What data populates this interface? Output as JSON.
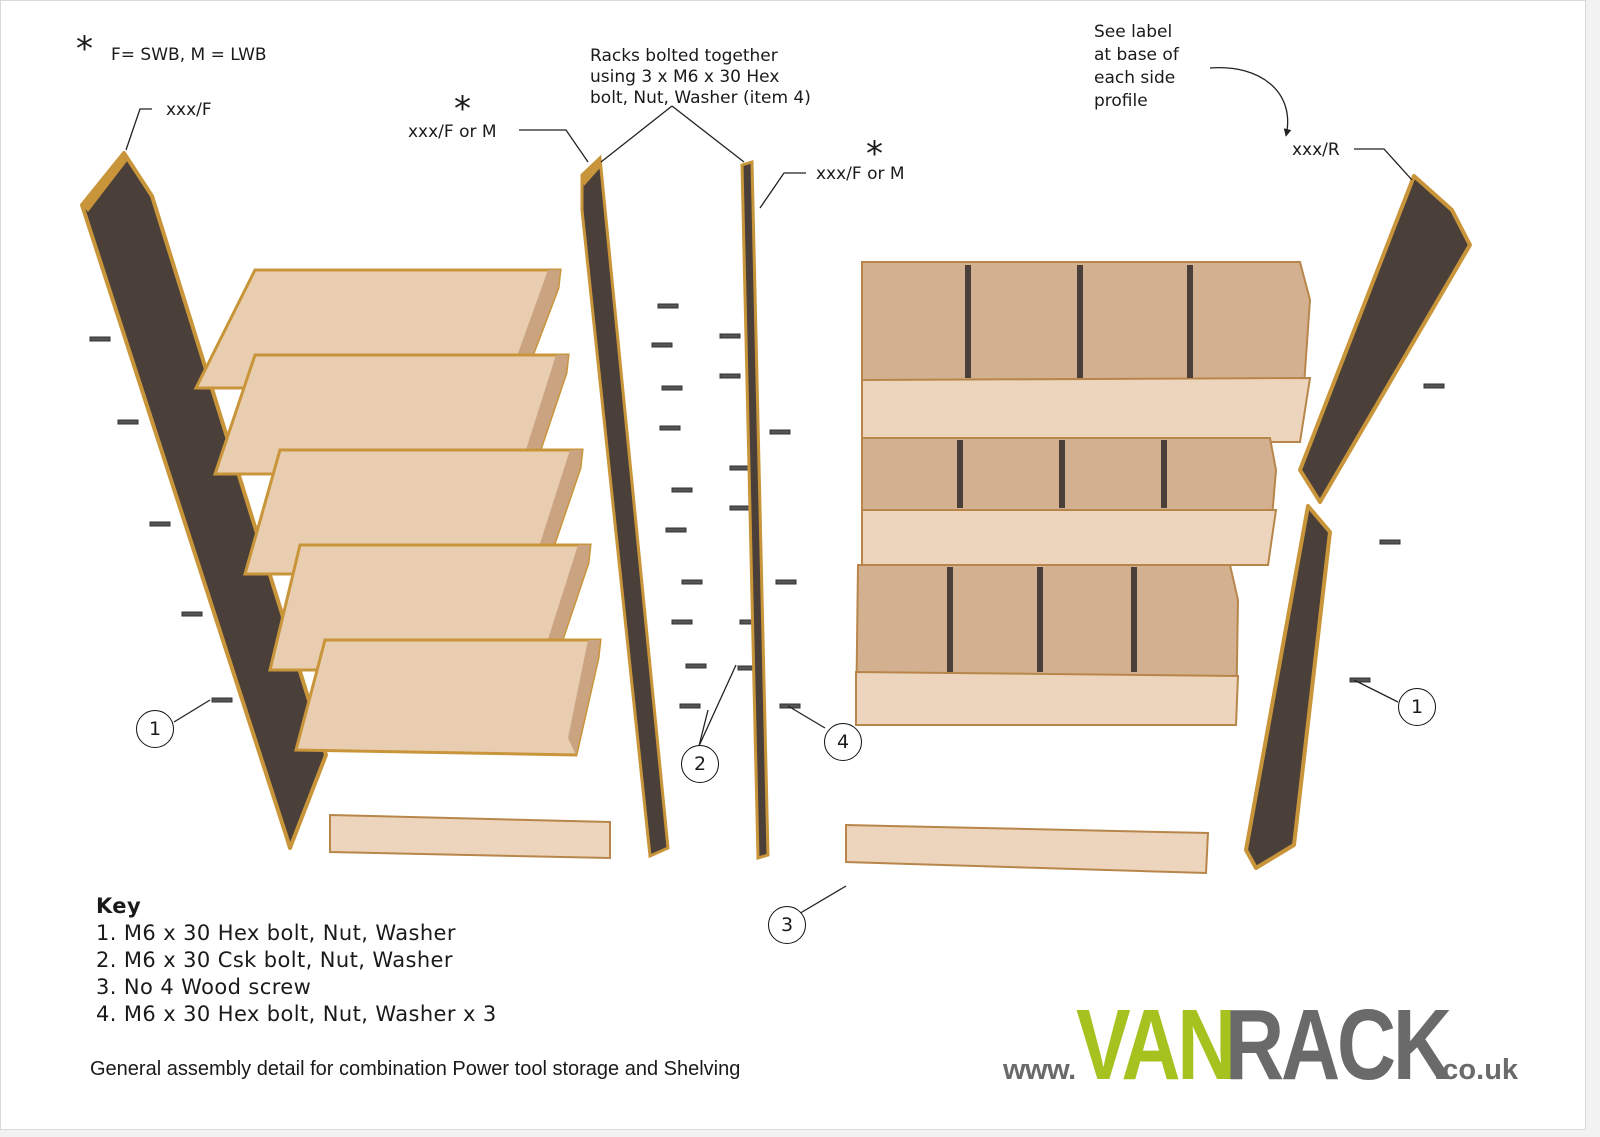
{
  "note": {
    "asterisk": "*",
    "text": "F= SWB, M = LWB"
  },
  "labels": {
    "left_panel": "xxx/F",
    "mid_left_panel": "xxx/F or M",
    "mid_right_panel": "xxx/F or M",
    "right_panel": "xxx/R",
    "racks_bolted": [
      "Racks bolted together",
      "using 3 x M6 x 30 Hex",
      "bolt, Nut, Washer (item 4)"
    ],
    "see_label": [
      "See label",
      "at base of",
      "each side",
      "profile"
    ]
  },
  "callouts": {
    "left_1": "1",
    "bolt_2": "2",
    "screw_3": "3",
    "bolt_4": "4",
    "right_1": "1"
  },
  "key": {
    "title": "Key",
    "items": [
      "1. M6 x 30 Hex bolt, Nut, Washer",
      "2. M6 x 30 Csk bolt, Nut, Washer",
      "3. No 4 Wood screw",
      "4. M6 x 30 Hex bolt, Nut, Washer x 3"
    ]
  },
  "caption": "General assembly detail for combination Power tool storage and Shelving",
  "logo": {
    "www": "www.",
    "van": "VAN",
    "rack": "RACK",
    "couk": ".co.uk",
    "van_color": "#a6c21f",
    "rack_color": "#6a6a6a"
  },
  "colors": {
    "panel": "#4a4039",
    "edge": "#c9953a",
    "ply": "#e6c8a8",
    "ply_dark": "#caa381"
  }
}
